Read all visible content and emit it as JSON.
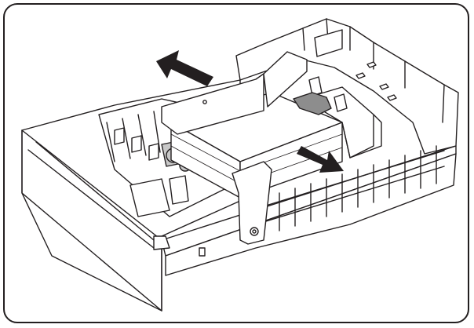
{
  "illustration": {
    "subject": "paper-tray",
    "arrows": [
      {
        "name": "slide-guide-back-arrow",
        "direction": "up-left"
      },
      {
        "name": "slide-guide-side-arrow",
        "direction": "down-right"
      }
    ],
    "colors": {
      "line": "#231f20",
      "fill": "#ffffff",
      "shade": "#c8c8c8",
      "lever": "#8d8d8d",
      "arrow": "#231f20"
    }
  }
}
